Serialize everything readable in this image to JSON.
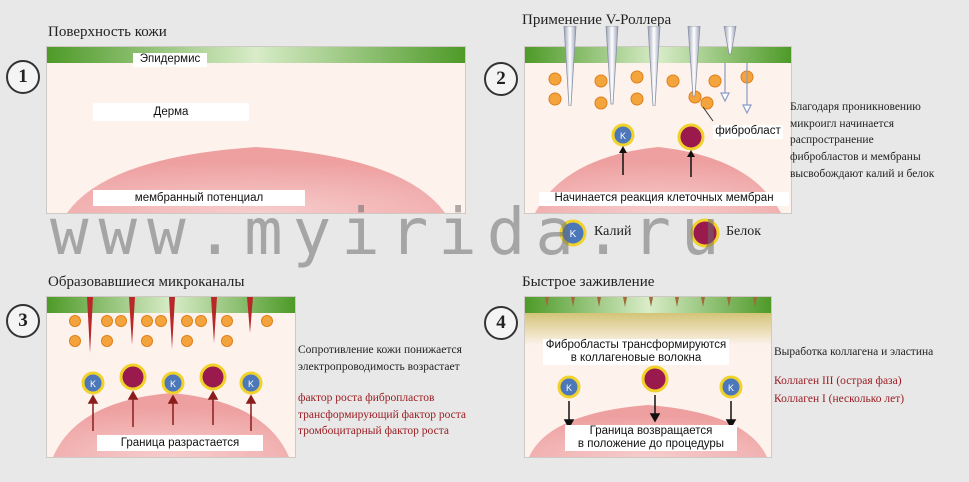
{
  "panels": {
    "p1": {
      "number": "1",
      "title": "Поверхность кожи",
      "epidermis": "Эпидермис",
      "dermis": "Дерма",
      "membrane": "мембранный потенциал"
    },
    "p2": {
      "number": "2",
      "title": "Применение V-Роллера",
      "fibroblast": "фибробласт",
      "reaction": "Начинается реакция клеточных мембран",
      "side_lines": [
        "Благодаря проникновению",
        "микроигл начинается",
        "распространение",
        "фибробластов и мембраны",
        "высвобождают калий и белок"
      ]
    },
    "p3": {
      "number": "3",
      "title": "Образовавшиеся микроканалы",
      "boundary": "Граница разрастается",
      "side_lines": [
        "Сопротивление кожи понижается",
        "электропроводимость возрастает"
      ],
      "red_lines": [
        "фактор роста фибропластов",
        "трансформирующий фактор роста",
        "тромбоцитарный фактор роста"
      ]
    },
    "p4": {
      "number": "4",
      "title": "Быстрое заживление",
      "fibro_lines": [
        "Фибробласты трансформируются",
        "в коллагеновые волокна"
      ],
      "boundary_lines": [
        "Граница возвращается",
        "в положение до процедуры"
      ],
      "side": "Выработка коллагена и эластина",
      "red_lines": [
        "Коллаген III (острая фаза)",
        "Коллаген I (несколько лет)"
      ]
    }
  },
  "legend": {
    "potassium": "Калий",
    "protein": "Белок",
    "k_symbol": "K"
  },
  "watermark": "www.myirida.ru",
  "colors": {
    "green": "#4e9a28",
    "pink": "#f2bcbc",
    "dermis": "#fdf2ec",
    "orange": "#f4a43c",
    "protein": "#9b1a4e",
    "potassium": "#4c77b8",
    "needle": "#b8282a"
  }
}
